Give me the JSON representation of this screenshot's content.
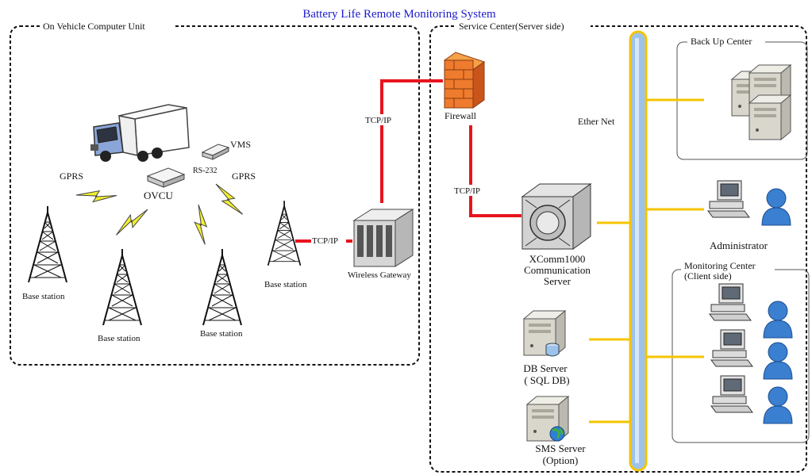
{
  "title": "Battery Life Remote  Monitoring  System",
  "zones": {
    "vehicle": "On Vehicle Computer Unit",
    "service": "Service Center(Server side)",
    "backup": "Back Up Center",
    "monitoring_line1": "Monitoring Center",
    "monitoring_line2": "(Client side)"
  },
  "labels": {
    "vms": "VMS",
    "rs232": "RS-232",
    "ovcu": "OVCU",
    "gprs_left": "GPRS",
    "gprs_right": "GPRS",
    "tcpip_gateway": "TCP/IP",
    "tcpip_up": "TCP/IP",
    "tcpip_down": "TCP/IP",
    "firewall": "Firewall",
    "ethernet": "Ether Net",
    "wireless_gateway": "Wireless Gateway",
    "base_station_1": "Base station",
    "base_station_2": "Base station",
    "base_station_3": "Base station",
    "base_station_4": "Base station",
    "comm_line1": "XComm1000",
    "comm_line2": "Communication",
    "comm_line3": "Server",
    "administrator": "Administrator",
    "db_line1": "DB Server",
    "db_line2": "( SQL DB)",
    "sms_line1": "SMS Server",
    "sms_line2": "(Option)"
  },
  "colors": {
    "title": "#1a1acc",
    "red_link": "#e8141e",
    "yellow_link": "#f5c400",
    "ethernet_bar": "#9ec3ea",
    "ethernet_border": "#f5c400",
    "lightning": "#f2ee2e",
    "person": "#3a7fd0",
    "server_body": "#d9d7cc",
    "truck_body": "#ffffff",
    "truck_cab": "#8aa6d8"
  },
  "icons": [
    "truck-icon",
    "router-icon",
    "tower-icon",
    "lightning-icon",
    "firewall-icon",
    "gateway-icon",
    "server-icon",
    "computer-icon",
    "person-icon",
    "database-icon",
    "globe-icon"
  ]
}
